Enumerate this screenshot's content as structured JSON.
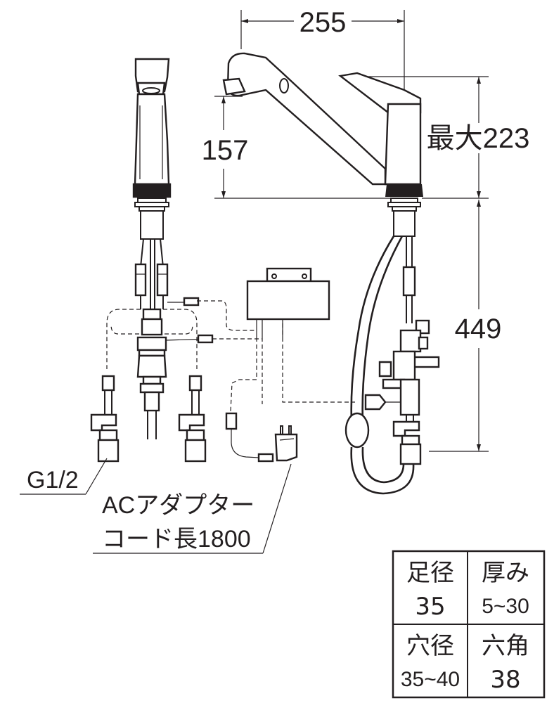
{
  "dimensions": {
    "width_255": "255",
    "height_157": "157",
    "max_223": "最大223",
    "hose_449": "449"
  },
  "labels": {
    "thread": "G1/2",
    "adapter_line1": "ACアダプター",
    "adapter_line2": "コード長1800"
  },
  "spec_table": {
    "foot_diameter_label": "足径",
    "foot_diameter_value": "35",
    "thickness_label": "厚み",
    "thickness_value": "5~30",
    "hole_diameter_label": "穴径",
    "hole_diameter_value": "35~40",
    "hex_label": "六角",
    "hex_value": "38"
  }
}
